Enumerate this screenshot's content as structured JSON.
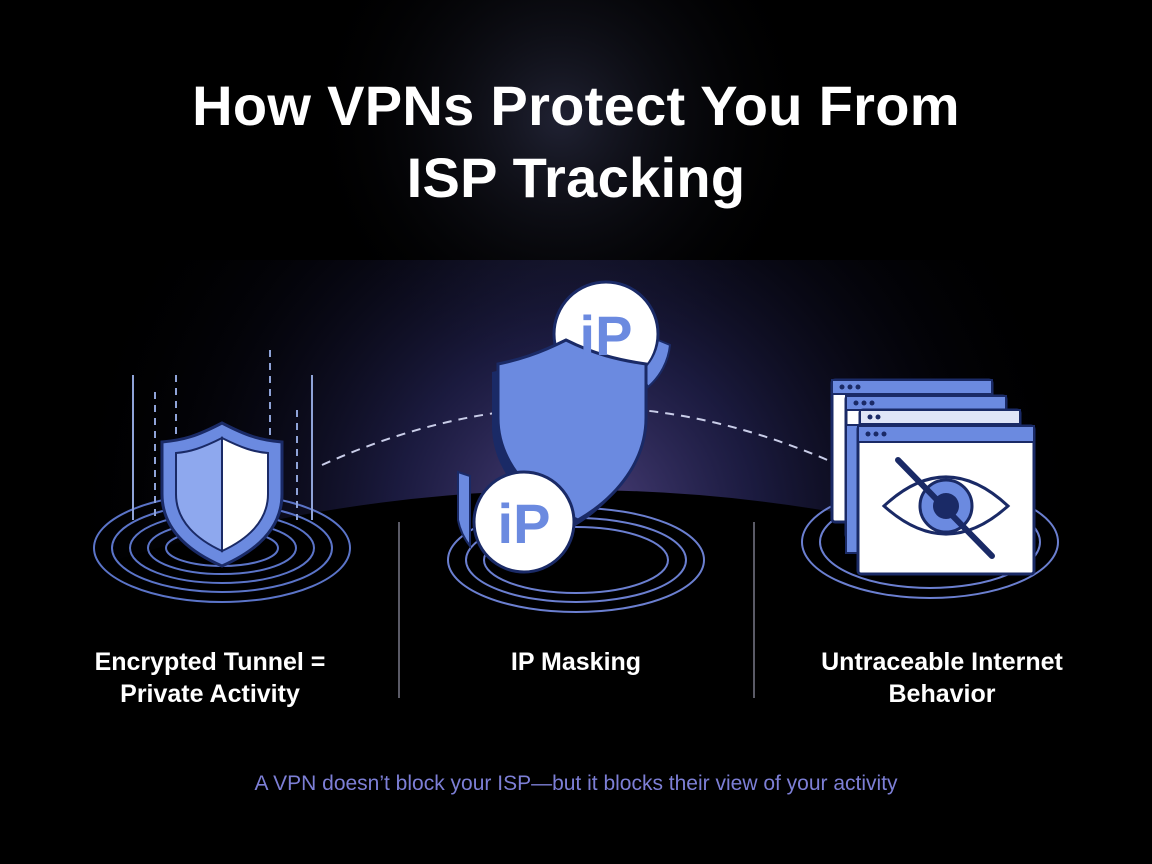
{
  "title": {
    "line1": "How VPNs Protect You From",
    "line2": "ISP Tracking"
  },
  "features": [
    {
      "icon": "shield-icon",
      "line1": "Encrypted Tunnel =",
      "line2": "Private Activity"
    },
    {
      "icon": "ip-mask-icon",
      "line1": "IP Masking",
      "line2": ""
    },
    {
      "icon": "browser-eye-slash-icon",
      "line1": "Untraceable Internet",
      "line2": "Behavior"
    }
  ],
  "ip_badge": "iP",
  "footer": "A VPN doesn’t block your ISP—but it blocks their view of your activity",
  "colors": {
    "background": "#000000",
    "accent": "#6b8ae0",
    "accent_light": "#8ea8ee",
    "footer": "#7d7fd6",
    "text": "#ffffff"
  }
}
